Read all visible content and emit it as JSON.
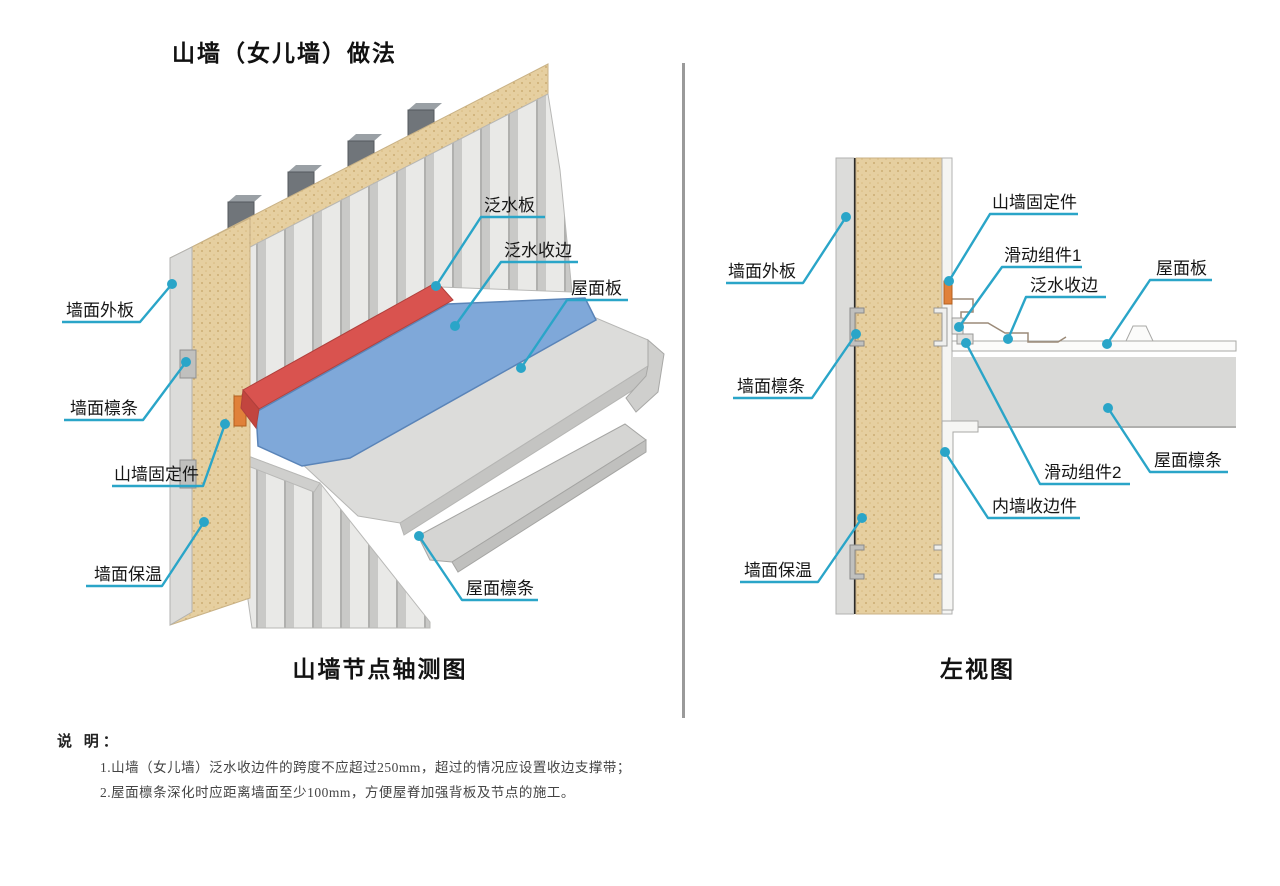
{
  "page": {
    "title": "山墙（女儿墙）做法"
  },
  "left_diagram": {
    "caption": "山墙节点轴测图",
    "labels": [
      {
        "text": "泛水板"
      },
      {
        "text": "泛水收边"
      },
      {
        "text": "屋面板"
      },
      {
        "text": "墙面外板"
      },
      {
        "text": "墙面檩条"
      },
      {
        "text": "山墙固定件"
      },
      {
        "text": "墙面保温"
      },
      {
        "text": "屋面檩条"
      }
    ]
  },
  "right_diagram": {
    "caption": "左视图",
    "labels": [
      {
        "text": "山墙固定件"
      },
      {
        "text": "滑动组件1"
      },
      {
        "text": "泛水收边"
      },
      {
        "text": "屋面板"
      },
      {
        "text": "墙面外板"
      },
      {
        "text": "墙面檩条"
      },
      {
        "text": "滑动组件2"
      },
      {
        "text": "内墙收边件"
      },
      {
        "text": "屋面檩条"
      },
      {
        "text": "墙面保温"
      }
    ]
  },
  "notes": {
    "heading": "说 明：",
    "items": [
      "1.山墙（女儿墙）泛水收边件的跨度不应超过250mm，超过的情况应设置收边支撑带；",
      "2.屋面檩条深化时应距离墙面至少100mm，方便屋脊加强背板及节点的施工。"
    ]
  },
  "colors": {
    "leader": "#2aa5c8",
    "insulation": "#e6cfa0",
    "flashing_red": "#d9534f",
    "flashing_blue": "#7fa8d9",
    "panel_gray": "#dcdcda",
    "purlin_gray": "#d9d9d7",
    "fixture_orange": "#e0813a",
    "divider_gray": "#9a9a9a"
  }
}
